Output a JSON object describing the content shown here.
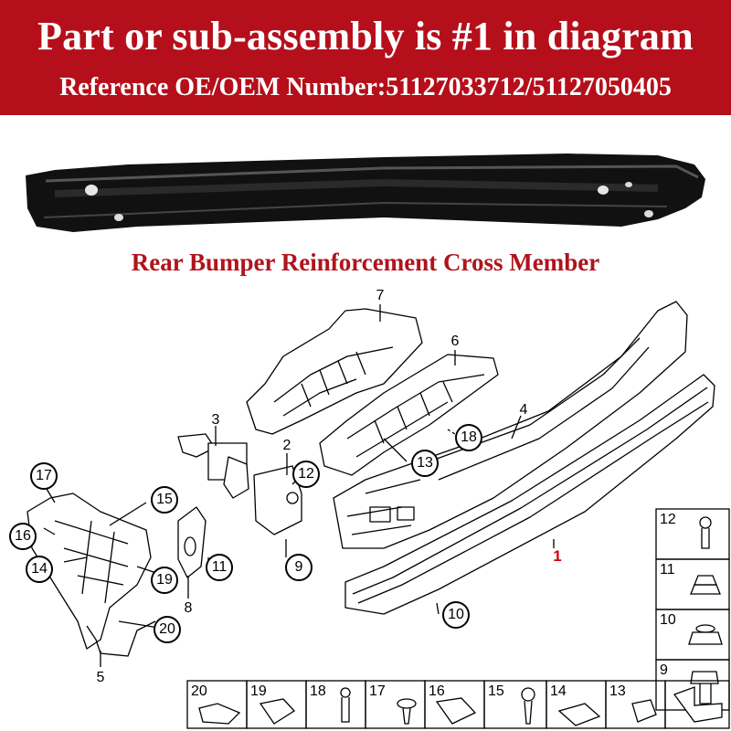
{
  "banner": {
    "title": "Part or sub-assembly is #1 in diagram",
    "reference": "Reference OE/OEM Number:51127033712/51127050405"
  },
  "diagram": {
    "title": "Rear Bumper Reinforcement Cross Member",
    "callouts": {
      "c1": "1",
      "c2": "2",
      "c3": "3",
      "c4": "4",
      "c5": "5",
      "c6": "6",
      "c7": "7",
      "c8": "8",
      "c9": "9",
      "c10": "10",
      "c11": "11",
      "c12": "12",
      "c13": "13",
      "c14": "14",
      "c15": "15",
      "c16": "16",
      "c17": "17",
      "c18": "18",
      "c19": "19",
      "c20": "20"
    },
    "hardware_side": [
      "12",
      "11",
      "10",
      "9"
    ],
    "hardware_bottom": [
      "20",
      "19",
      "18",
      "17",
      "16",
      "15",
      "14",
      "13"
    ]
  },
  "colors": {
    "banner": "#b50f1b",
    "title_red": "#b0141c",
    "part_label": "#d0000f"
  }
}
